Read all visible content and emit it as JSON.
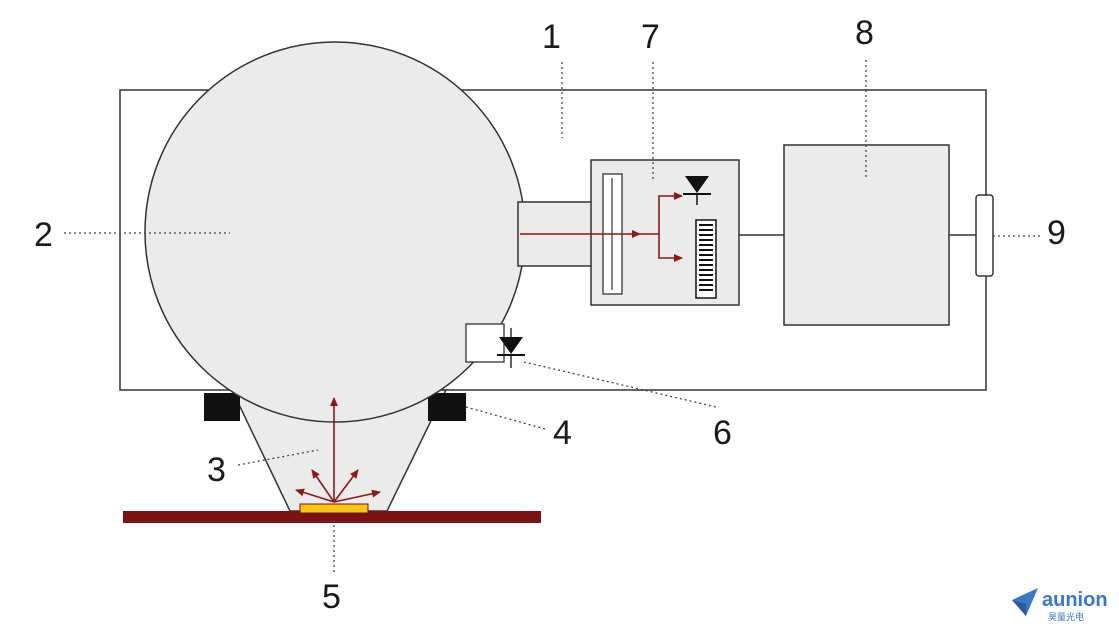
{
  "labels": {
    "l1": "1",
    "l2": "2",
    "l3": "3",
    "l4": "4",
    "l5": "5",
    "l6": "6",
    "l7": "7",
    "l8": "8",
    "l9": "9"
  },
  "logo": {
    "name": "aunion",
    "subtitle": "昊量光电"
  },
  "colors": {
    "sphere_fill": "#ebebeb",
    "ray": "#8b1a1a",
    "sample_base": "#7a1414",
    "sample": "#f5c518",
    "mount": "#111111",
    "logo": "#3a78c2"
  }
}
